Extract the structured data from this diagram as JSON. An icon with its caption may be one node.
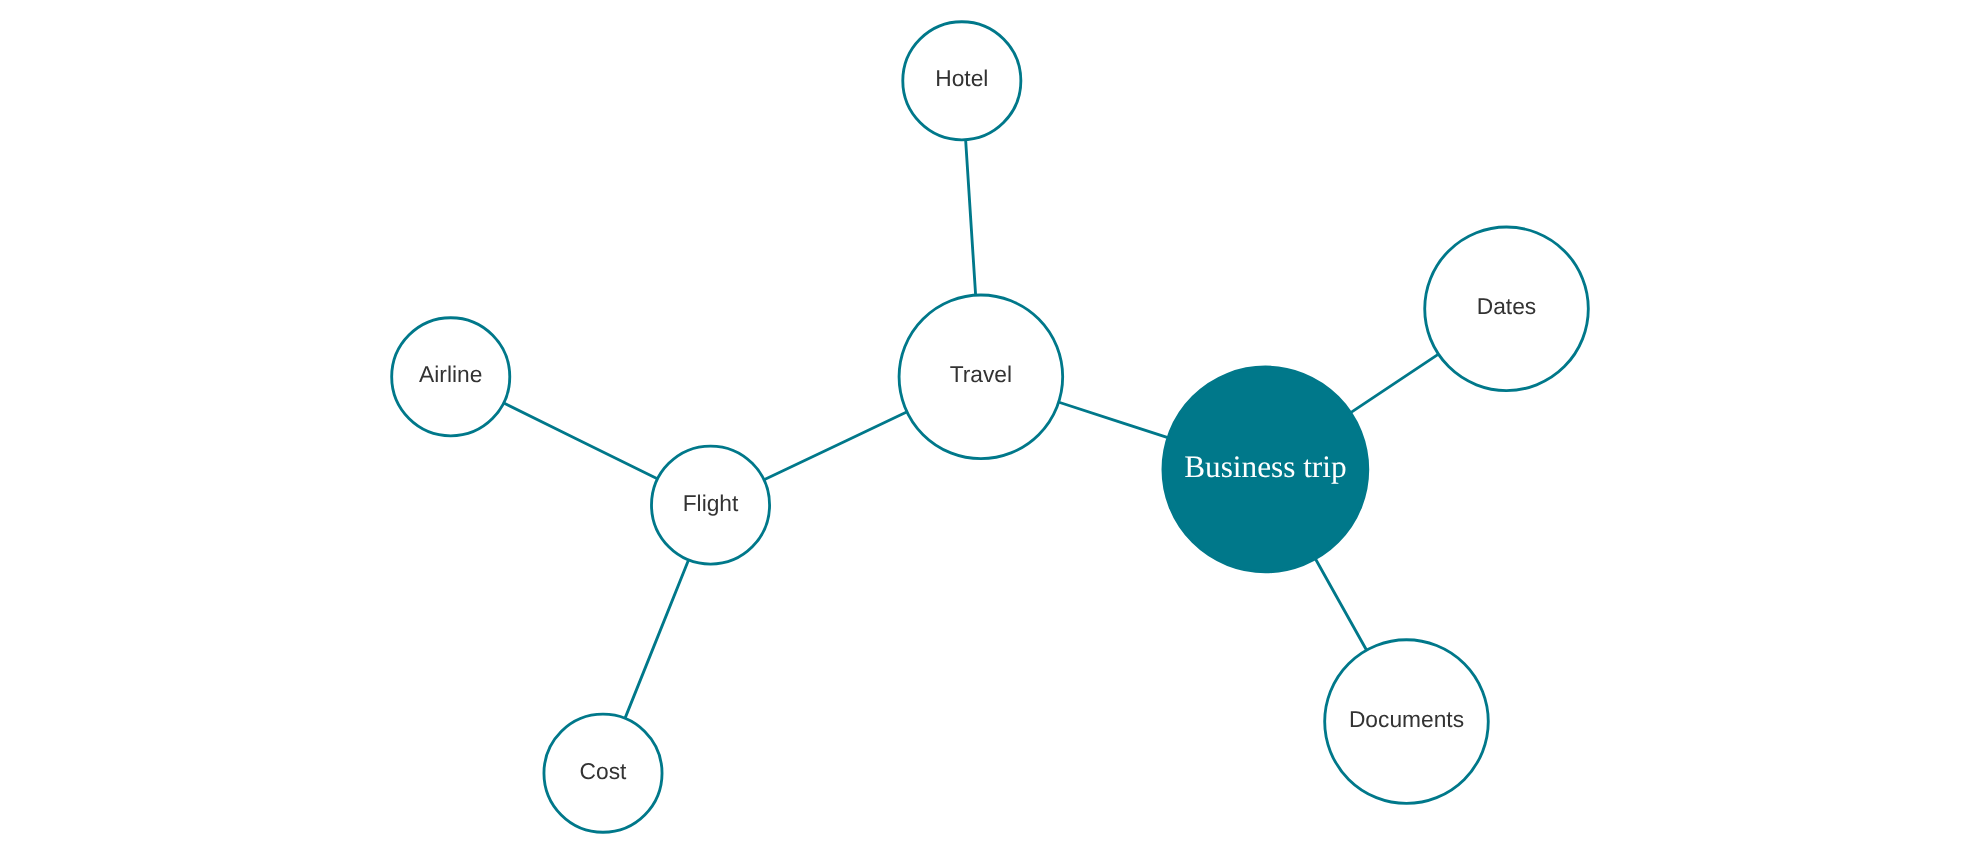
{
  "diagram": {
    "nodes": [
      {
        "text": [
          "Business trip"
        ]
      },
      {
        "text": [
          "Dates"
        ]
      },
      {
        "text": [
          "Documents"
        ]
      },
      {
        "text": [
          "Hotel"
        ]
      },
      {
        "text": [
          "Travel"
        ]
      },
      {
        "text": [
          "Flight"
        ]
      },
      {
        "text": [
          "Airline"
        ]
      },
      {
        "text": [
          "Cost"
        ]
      }
    ],
    "edges": [
      {
        "from": 0,
        "to": 1,
        "arrow": "none"
      },
      {
        "from": 0,
        "to": 2,
        "arrow": "none"
      },
      {
        "from": 0,
        "to": 4,
        "arrow": "none"
      },
      {
        "from": 4,
        "to": 3,
        "arrow": "none"
      },
      {
        "from": 4,
        "to": 5,
        "arrow": "none"
      },
      {
        "from": 5,
        "to": 6,
        "arrow": "none"
      },
      {
        "from": 5,
        "to": 7,
        "arrow": "none"
      }
    ]
  }
}
